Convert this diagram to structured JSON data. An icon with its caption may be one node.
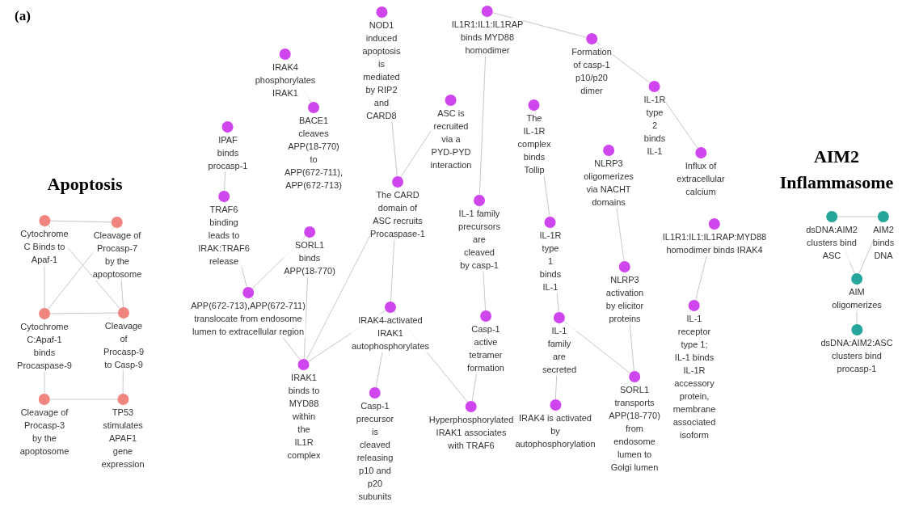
{
  "diagram": {
    "nodes": [
      {
        "text": [
          "Cytochrome C Binds to Apaf-1"
        ]
      },
      {
        "text": [
          "Cleavage of Procasp-7 by the apoptosome"
        ]
      },
      {
        "text": [
          "Cytochrome C:Apaf-1 binds Procaspase-9"
        ]
      },
      {
        "text": [
          "Cleavage of Procasp-9 to Casp-9"
        ]
      },
      {
        "text": [
          "Cleavage of Procasp-3 by the apoptosome"
        ]
      },
      {
        "text": [
          "TP53 stimulates APAF1 gene expression"
        ]
      },
      {
        "text": [
          "NOD1 induced apoptosis is mediated by RIP2 and CARD8"
        ]
      },
      {
        "text": [
          "IL1R1:IL1:IL1RAP binds MYD88 homodimer"
        ]
      },
      {
        "text": [
          "Formation of casp-1 p10/p20 dimer"
        ]
      },
      {
        "text": [
          "IRAK4 phosphorylates IRAK1"
        ]
      },
      {
        "text": [
          "BACE1 cleaves APP(18-770) to APP(672-711), APP(672-713)"
        ]
      },
      {
        "text": [
          "ASC is recruited via a PYD-PYD interaction"
        ]
      },
      {
        "text": [
          "The IL-1R complex binds Tollip"
        ]
      },
      {
        "text": [
          "IL-1R type 2 binds IL-1"
        ]
      },
      {
        "text": [
          "IPAF binds procasp-1"
        ]
      },
      {
        "text": [
          "NLRP3 oligomerizes via NACHT domains"
        ]
      },
      {
        "text": [
          "Influx of extracellular calcium"
        ]
      },
      {
        "text": [
          "The CARD domain of ASC recruits Procaspase-1"
        ]
      },
      {
        "text": [
          "TRAF6 binding leads to IRAK:TRAF6 release"
        ]
      },
      {
        "text": [
          "IL-1 family precursors are cleaved by casp-1"
        ]
      },
      {
        "text": [
          "IL-1R type 1 binds IL-1"
        ]
      },
      {
        "text": [
          "SORL1 binds APP(18-770)"
        ]
      },
      {
        "text": [
          "IL1R1:IL1:IL1RAP:MYD88 homodimer binds IRAK4"
        ]
      },
      {
        "text": [
          "APP(672-713),APP(672-711) translocate from endosome lumen to extracellular region"
        ]
      },
      {
        "text": [
          "IRAK4-activated IRAK1 autophosphorylates"
        ]
      },
      {
        "text": [
          "Casp-1 active tetramer formation"
        ]
      },
      {
        "text": [
          "NLRP3 activation by elicitor proteins"
        ]
      },
      {
        "text": [
          "IL-1 family are secreted"
        ]
      },
      {
        "text": [
          "IL-1 receptor type 1; IL-1 binds IL-1R accessory protein, membrane associated isoform"
        ]
      },
      {
        "text": [
          "IRAK1 binds to MYD88 within the IL1R complex"
        ]
      },
      {
        "text": [
          "SORL1 transports APP(18-770) from endosome lumen to Golgi lumen"
        ]
      },
      {
        "text": [
          "Casp-1 precursor is cleaved releasing p10 and p20 subunits"
        ]
      },
      {
        "text": [
          "Hyperphosphorylated IRAK1 associates with TRAF6"
        ]
      },
      {
        "text": [
          "IRAK4 is activated by autophosphorylation"
        ]
      },
      {
        "text": [
          "dsDNA:AIM2 clusters bind ASC"
        ]
      },
      {
        "text": [
          "AIM2 binds DNA"
        ]
      },
      {
        "text": [
          "AIM oligomerizes"
        ]
      },
      {
        "text": [
          "dsDNA:AIM2:ASC clusters bind procasp-1"
        ]
      }
    ],
    "edges": [
      {
        "from": 0,
        "to": 1,
        "arrow": "none"
      },
      {
        "from": 0,
        "to": 2,
        "arrow": "none"
      },
      {
        "from": 1,
        "to": 3,
        "arrow": "none"
      },
      {
        "from": 2,
        "to": 4,
        "arrow": "none"
      },
      {
        "from": 3,
        "to": 5,
        "arrow": "none"
      },
      {
        "from": 0,
        "to": 3,
        "arrow": "none"
      },
      {
        "from": 1,
        "to": 2,
        "arrow": "none"
      },
      {
        "from": 2,
        "to": 3,
        "arrow": "none"
      },
      {
        "from": 4,
        "to": 5,
        "arrow": "none"
      },
      {
        "from": 7,
        "to": 19,
        "arrow": "none"
      },
      {
        "from": 6,
        "to": 17,
        "arrow": "none"
      },
      {
        "from": 29,
        "to": 23,
        "arrow": "none"
      },
      {
        "from": 29,
        "to": 24,
        "arrow": "none"
      },
      {
        "from": 29,
        "to": 21,
        "arrow": "none"
      },
      {
        "from": 29,
        "to": 17,
        "arrow": "none"
      },
      {
        "from": 32,
        "to": 25,
        "arrow": "none"
      },
      {
        "from": 32,
        "to": 24,
        "arrow": "none"
      },
      {
        "from": 33,
        "to": 27,
        "arrow": "none"
      },
      {
        "from": 30,
        "to": 26,
        "arrow": "none"
      },
      {
        "from": 30,
        "to": 27,
        "arrow": "none"
      },
      {
        "from": 28,
        "to": 22,
        "arrow": "none"
      },
      {
        "from": 13,
        "to": 16,
        "arrow": "none"
      },
      {
        "from": 8,
        "to": 13,
        "arrow": "none"
      },
      {
        "from": 11,
        "to": 17,
        "arrow": "none"
      },
      {
        "from": 9,
        "to": 10,
        "arrow": "none"
      },
      {
        "from": 19,
        "to": 25,
        "arrow": "none"
      },
      {
        "from": 20,
        "to": 27,
        "arrow": "none"
      },
      {
        "from": 15,
        "to": 26,
        "arrow": "none"
      },
      {
        "from": 18,
        "to": 23,
        "arrow": "none"
      },
      {
        "from": 14,
        "to": 18,
        "arrow": "none"
      },
      {
        "from": 21,
        "to": 23,
        "arrow": "none"
      },
      {
        "from": 17,
        "to": 24,
        "arrow": "none"
      },
      {
        "from": 31,
        "to": 24,
        "arrow": "none"
      },
      {
        "from": 12,
        "to": 20,
        "arrow": "none"
      },
      {
        "from": 7,
        "to": 8,
        "arrow": "none"
      },
      {
        "from": 34,
        "to": 35,
        "arrow": "none"
      },
      {
        "from": 34,
        "to": 36,
        "arrow": "none"
      },
      {
        "from": 35,
        "to": 36,
        "arrow": "none"
      },
      {
        "from": 36,
        "to": 37,
        "arrow": "none"
      }
    ],
    "labels": [
      "(a)",
      "Apoptosis",
      "AIM2 Inflammasome"
    ]
  }
}
